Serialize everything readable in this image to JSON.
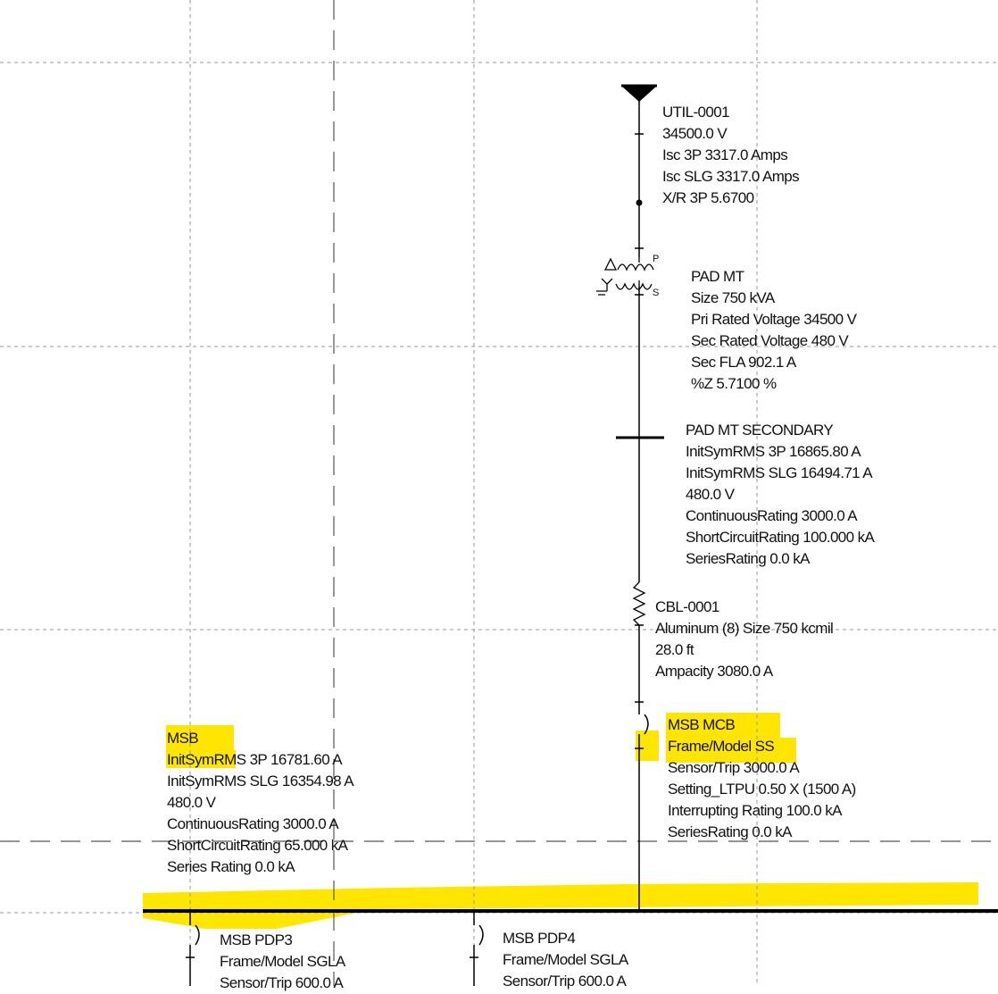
{
  "colors": {
    "line": "#000000",
    "grid": "#9a9a9a",
    "highlight": "#ffe600",
    "text": "#111111"
  },
  "utility": {
    "lines": [
      "UTIL-0001",
      "34500.0 V",
      "Isc 3P 3317.0 Amps",
      "Isc SLG 3317.0 Amps",
      "X/R 3P 5.6700"
    ]
  },
  "transformer": {
    "primary_tag": "P",
    "secondary_tag": "S",
    "lines": [
      "PAD MT",
      "Size 750 kVA",
      "Pri Rated Voltage 34500 V",
      "Sec Rated Voltage 480 V",
      "Sec FLA 902.1 A",
      "%Z 5.7100 %"
    ]
  },
  "secondary_bus": {
    "lines": [
      "PAD MT SECONDARY",
      "InitSymRMS 3P 16865.80 A",
      "InitSymRMS SLG 16494.71 A",
      "480.0 V",
      "ContinuousRating 3000.0 A",
      "ShortCircuitRating 100.000 kA",
      "SeriesRating 0.0 kA"
    ]
  },
  "cable": {
    "lines": [
      "CBL-0001",
      "Aluminum (8) Size 750 kcmil",
      "28.0 ft",
      "Ampacity 3080.0 A"
    ]
  },
  "main_breaker": {
    "lines": [
      "MSB MCB",
      "Frame/Model SS",
      "Sensor/Trip 3000.0 A",
      "Setting_LTPU 0.50 X (1500 A)",
      "Interrupting Rating 100.0 kA",
      "SeriesRating 0.0 kA"
    ]
  },
  "msb_bus": {
    "lines": [
      "MSB",
      "InitSymRMS 3P 16781.60 A",
      "InitSymRMS SLG 16354.98 A",
      "480.0 V",
      "ContinuousRating 3000.0 A",
      "ShortCircuitRating 65.000 kA",
      "Series Rating 0.0 kA"
    ]
  },
  "feeder_pdp3": {
    "lines": [
      "MSB PDP3",
      "Frame/Model SGLA",
      "Sensor/Trip 600.0 A"
    ]
  },
  "feeder_pdp4": {
    "lines": [
      "MSB PDP4",
      "Frame/Model SGLA",
      "Sensor/Trip 600.0 A"
    ]
  }
}
